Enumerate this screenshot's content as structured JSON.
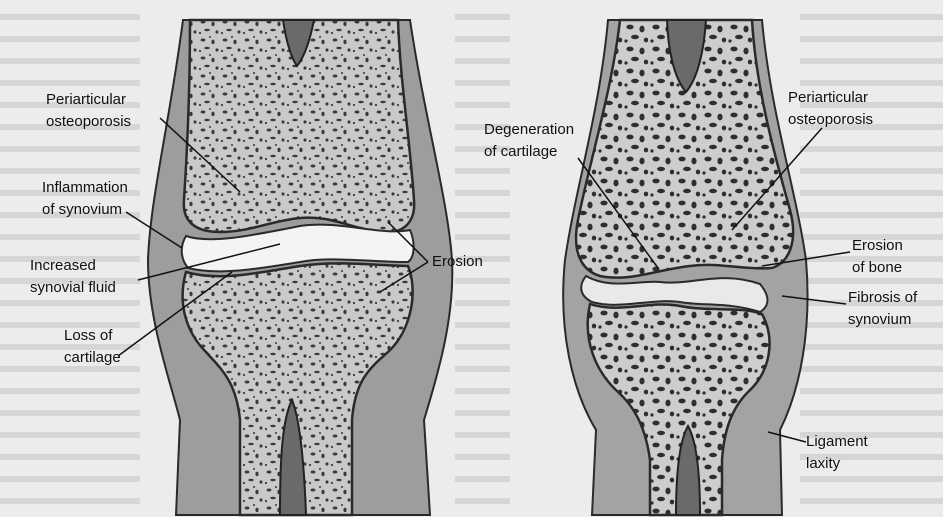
{
  "figure": {
    "left_joint": {
      "labels": {
        "periarticular": [
          "Periarticular",
          "osteoporosis"
        ],
        "inflammation": [
          "Inflammation",
          "of synovium"
        ],
        "fluid": [
          "Increased",
          "synovial fluid"
        ],
        "loss": [
          "Loss of",
          "cartilage"
        ],
        "erosion": [
          "Erosion"
        ]
      }
    },
    "right_joint": {
      "labels": {
        "degeneration": [
          "Degeneration",
          "of cartilage"
        ],
        "periarticular": [
          "Periarticular",
          "osteoporosis"
        ],
        "erosion_bone": [
          "Erosion",
          "of bone"
        ],
        "fibrosis": [
          "Fibrosis of",
          "synovium"
        ],
        "laxity": [
          "Ligament",
          "laxity"
        ]
      }
    }
  },
  "colors": {
    "background": "#ececec",
    "bone": "#c9c9c9",
    "bone_edge": "#2a2a2a",
    "cavity": "#f4f4f4",
    "synovium": "#9a9a9a",
    "marrow": "#6a6a6a"
  }
}
